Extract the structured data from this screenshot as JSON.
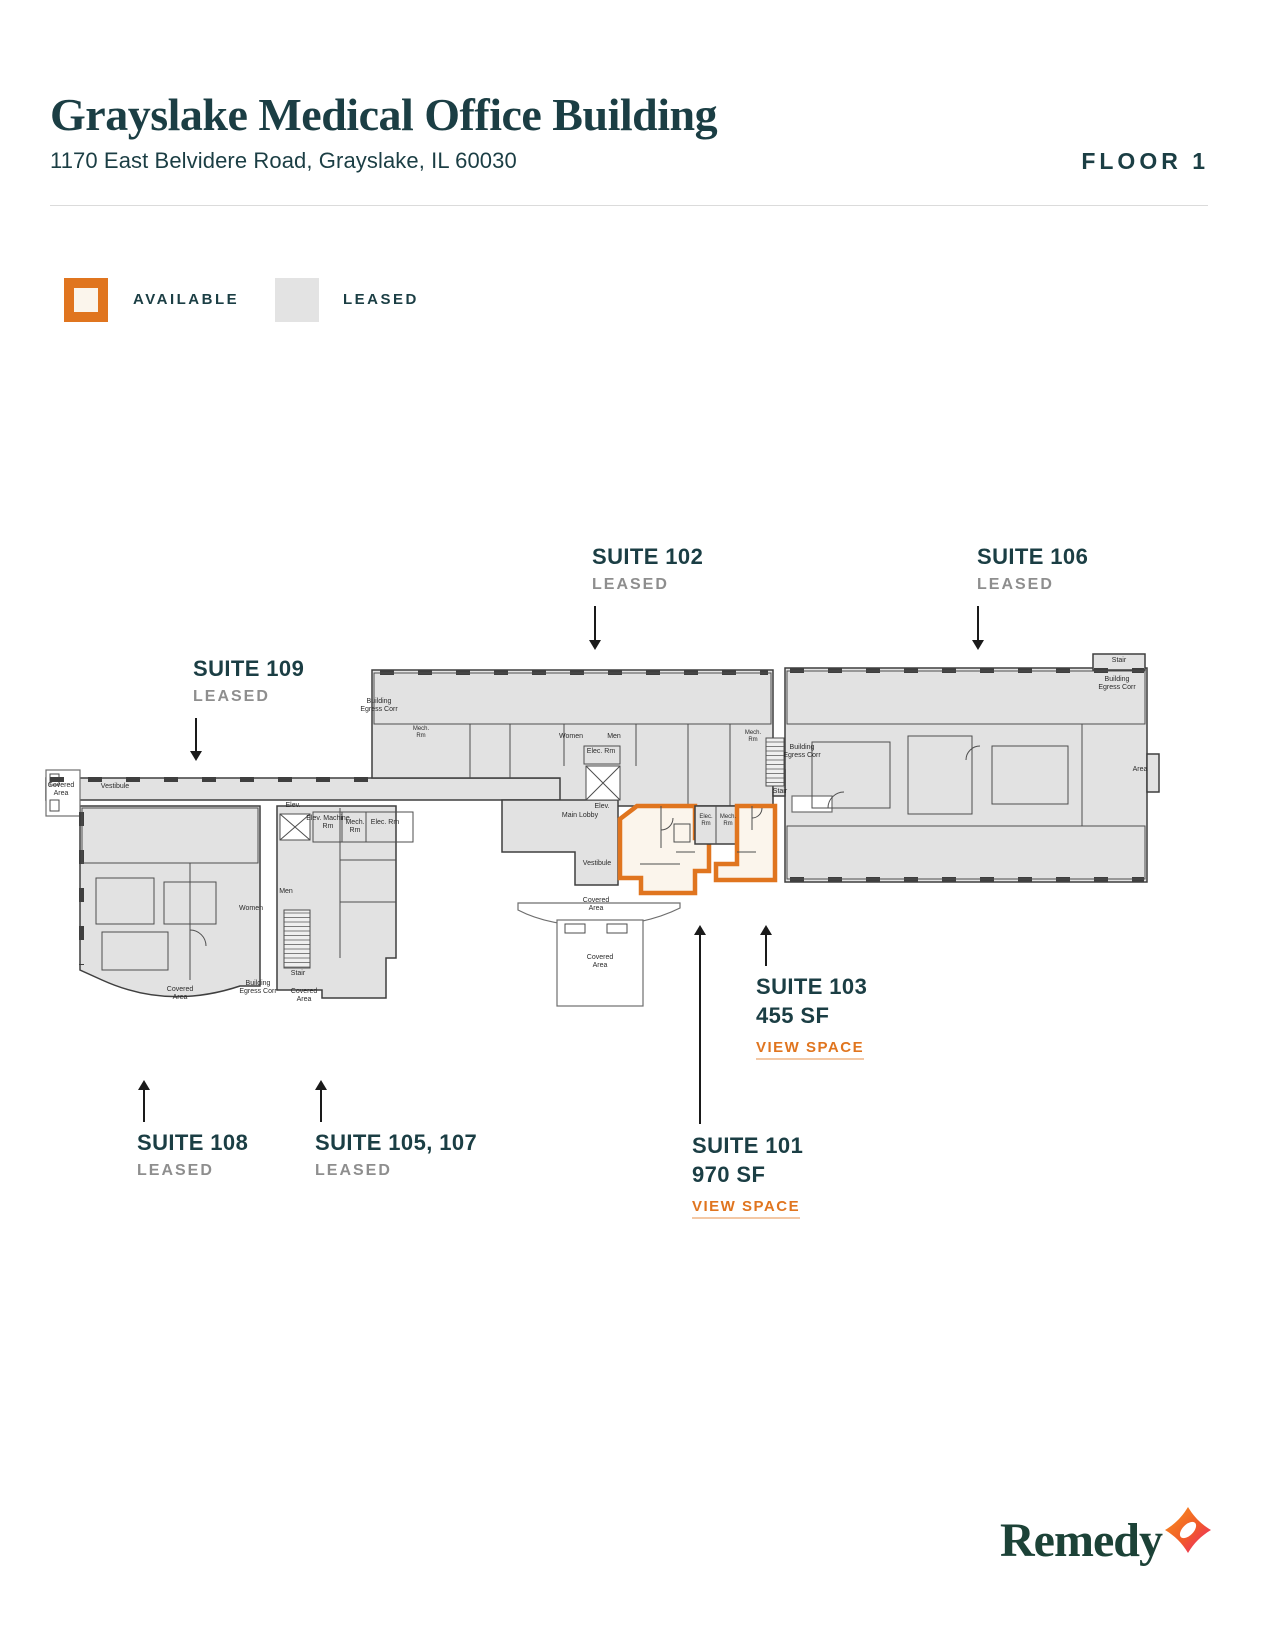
{
  "header": {
    "title": "Grayslake Medical Office Building",
    "address": "1170 East Belvidere Road, Grayslake, IL 60030",
    "floor_label": "FLOOR 1"
  },
  "legend": {
    "available": "AVAILABLE",
    "leased": "LEASED"
  },
  "callouts": {
    "suite102": {
      "title": "SUITE 102",
      "status": "LEASED"
    },
    "suite106": {
      "title": "SUITE 106",
      "status": "LEASED"
    },
    "suite109": {
      "title": "SUITE 109",
      "status": "LEASED"
    },
    "suite108": {
      "title": "SUITE 108",
      "status": "LEASED"
    },
    "suite105_107": {
      "title": "SUITE 105, 107",
      "status": "LEASED"
    },
    "suite103": {
      "title": "SUITE 103",
      "area": "455 SF",
      "link": "VIEW SPACE"
    },
    "suite101": {
      "title": "SUITE 101",
      "area": "970 SF",
      "link": "VIEW SPACE"
    }
  },
  "plan_labels": {
    "covered_area": "Covered Area",
    "vestibule": "Vestibule",
    "elev": "Elev.",
    "elev_machine_rm": "Elev. Machine Rm",
    "mech_rm": "Mech. Rm",
    "elec_rm": "Elec. Rm",
    "men": "Men",
    "women": "Women",
    "stair": "Stair",
    "building_egress": "Building Egress Corr",
    "main_lobby": "Main Lobby",
    "area": "Area"
  },
  "footer": {
    "brand": "Remedy"
  },
  "colors": {
    "accent_orange": "#E0751F",
    "heading_teal": "#1B3E44",
    "leased_fill": "#E2E2E2",
    "available_fill": "#FBF5EC",
    "status_gray": "#8E8E8E",
    "logo_green": "#1C4237"
  }
}
